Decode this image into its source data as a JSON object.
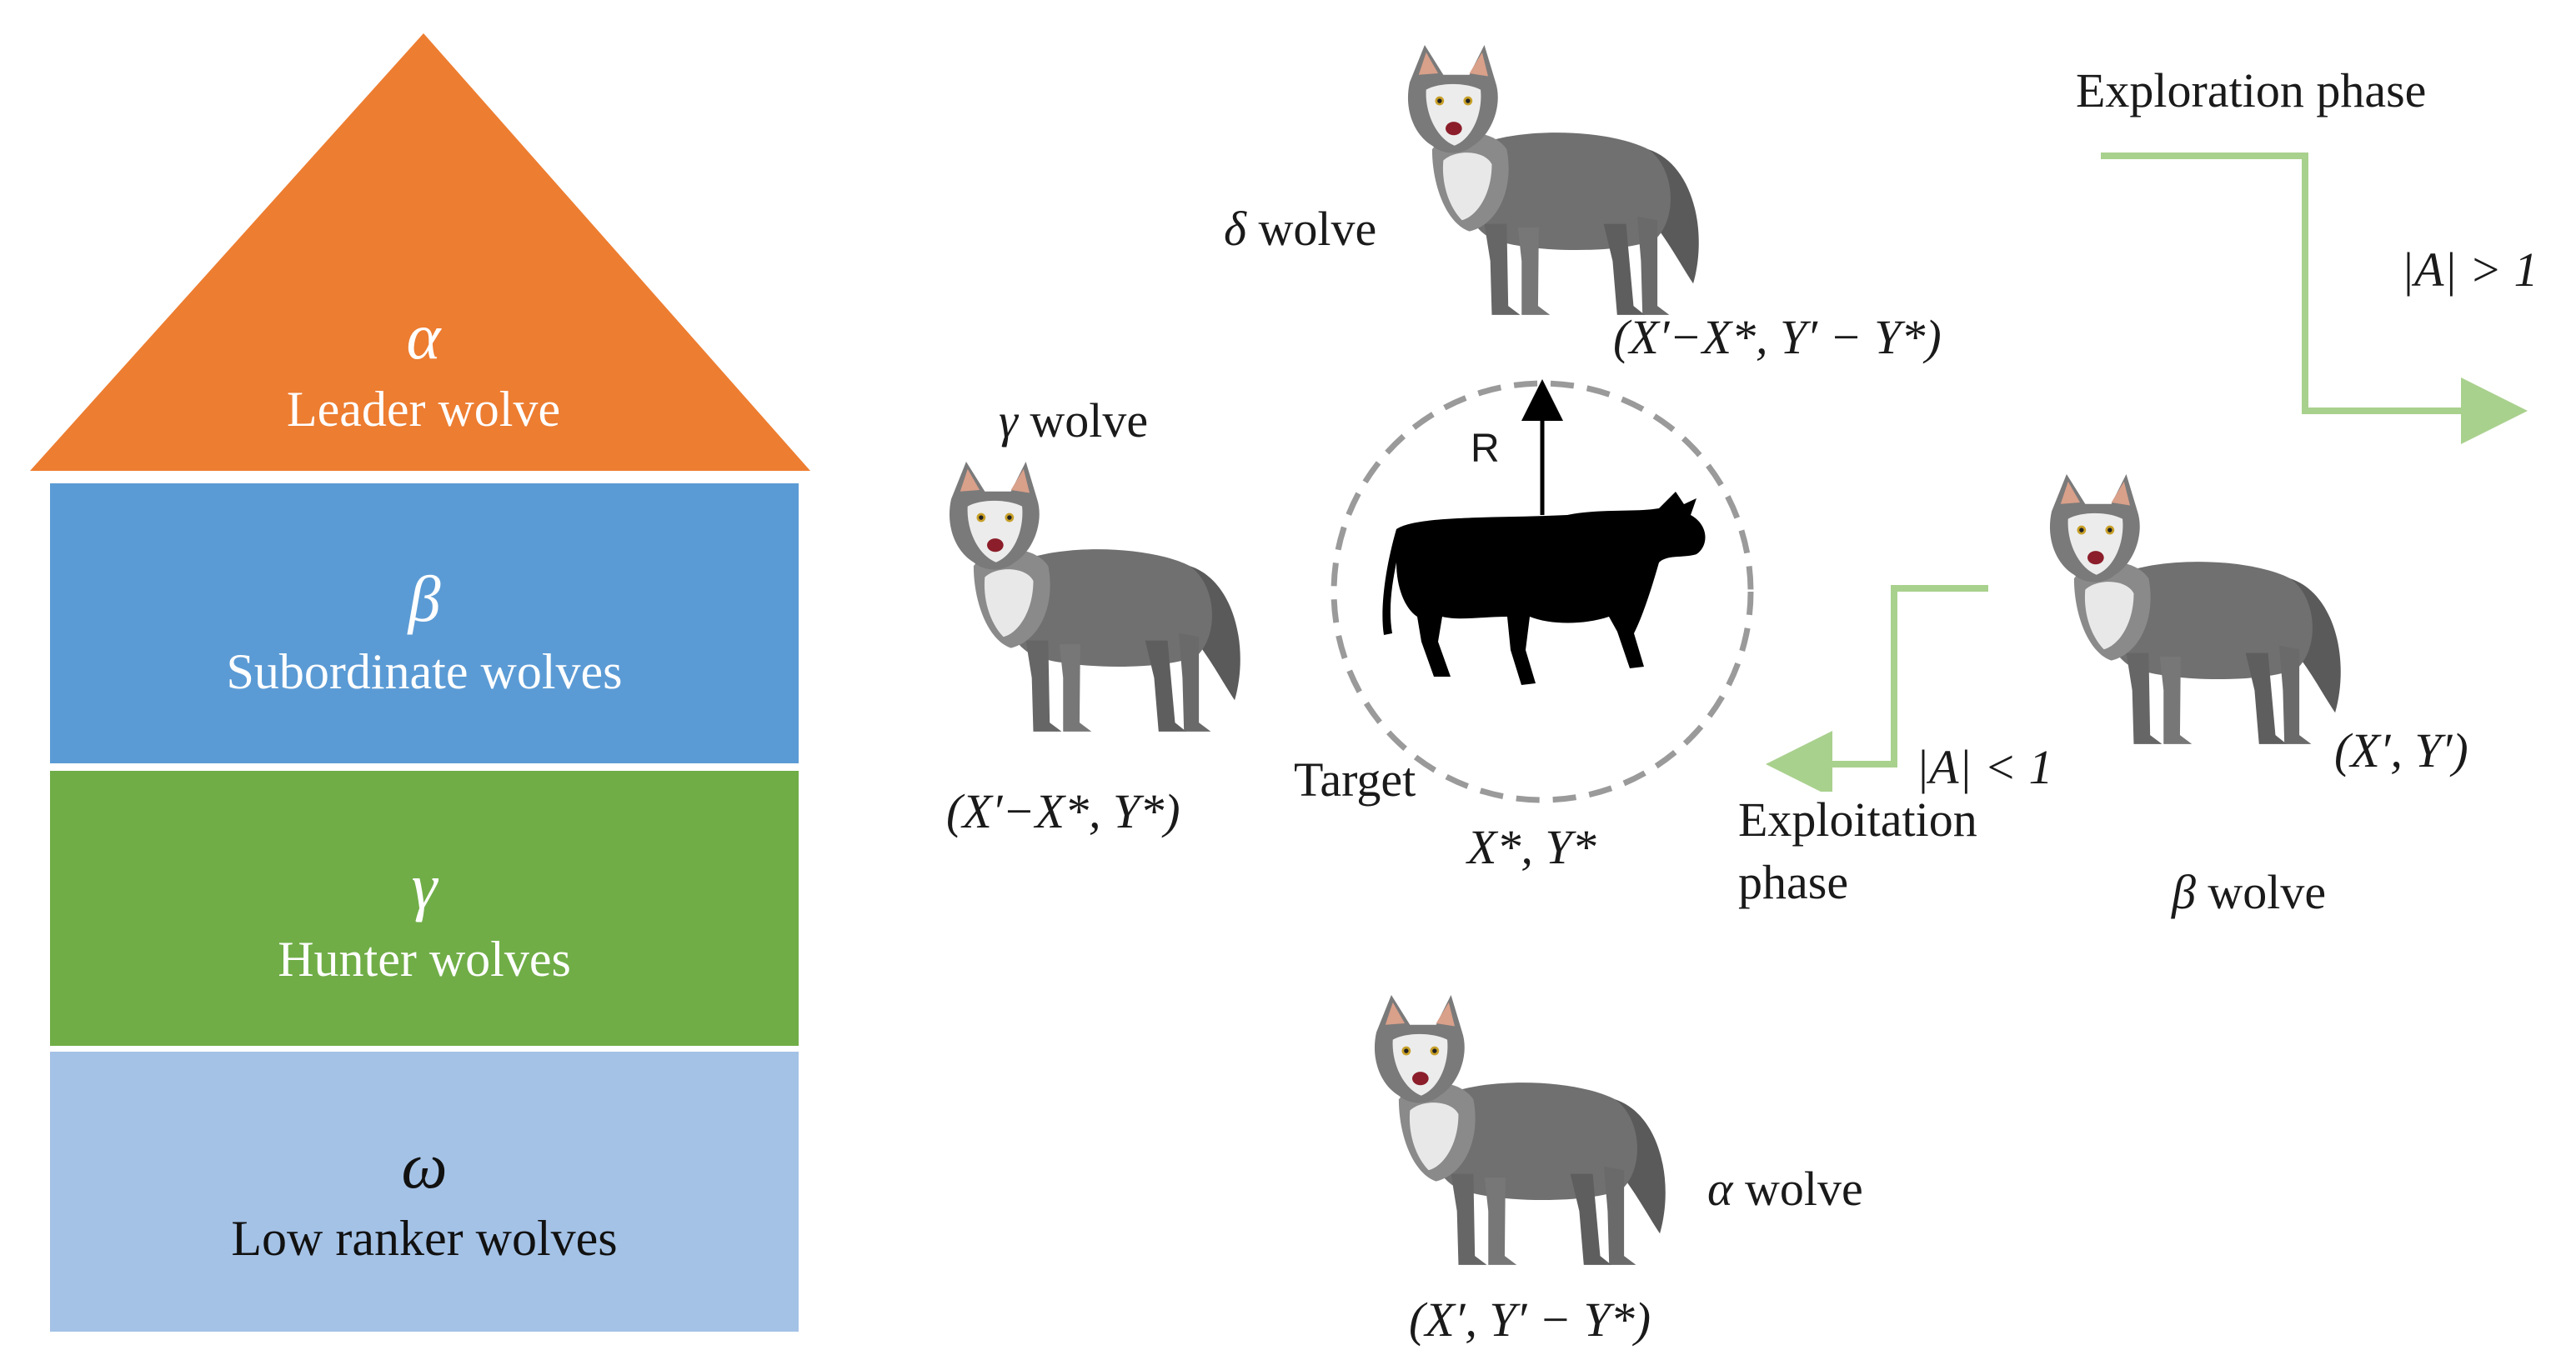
{
  "hierarchy": {
    "alpha": {
      "symbol": "α",
      "label": "Leader wolve"
    },
    "beta": {
      "symbol": "β",
      "label": "Subordinate wolves"
    },
    "gamma": {
      "symbol": "γ",
      "label": "Hunter wolves"
    },
    "omega": {
      "symbol": "ω",
      "label": "Low ranker wolves"
    }
  },
  "colors": {
    "alpha": "#ED7D31",
    "beta": "#5B9BD5",
    "gamma": "#70AD47",
    "omega": "#A4C2E6",
    "arrow": "#A9D18E",
    "wolf_body": "#707070",
    "prey": "#000000"
  },
  "wolves": {
    "delta": {
      "symbol": "δ",
      "name": "wolve",
      "coords": "(X′−X*, Y′ − Y*)"
    },
    "gamma": {
      "symbol": "γ",
      "name": "wolve",
      "coords": "(X′−X*, Y*)"
    },
    "beta": {
      "symbol": "β",
      "name": "wolve",
      "coords": "(X′, Y′)"
    },
    "alpha": {
      "symbol": "α",
      "name": "wolve",
      "coords": "(X′, Y′ − Y*)"
    }
  },
  "target": {
    "label": "Target",
    "coords": "X*, Y*",
    "radius_label": "R"
  },
  "phases": {
    "exploration": {
      "label": "Exploration phase",
      "condition": "|A| > 1"
    },
    "exploitation": {
      "label_line1": "Exploitation",
      "label_line2": "phase",
      "condition": "|A| < 1"
    }
  }
}
